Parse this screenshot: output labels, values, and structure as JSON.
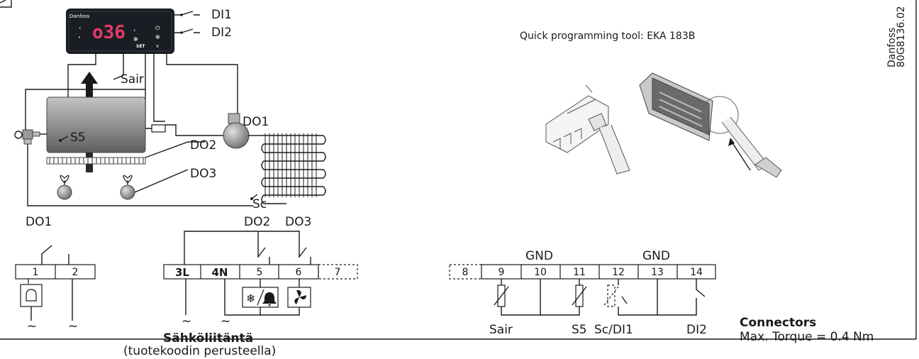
{
  "display": {
    "brand": "Danfoss",
    "readout": "o36",
    "set_key": "SET"
  },
  "inputs": {
    "di1": "DI1",
    "di2": "DI2"
  },
  "sensors": {
    "sair": "Sair",
    "s5": "S5",
    "sc": "Sc"
  },
  "outputs": {
    "do1": "DO1",
    "do2": "DO2",
    "do3": "DO3"
  },
  "tool": {
    "title": "Quick programming tool: EKA 183B"
  },
  "doc_ref": {
    "maker": "Danfoss",
    "code": "80G8136.02"
  },
  "left_terminals": {
    "group1": {
      "do_label": "DO1",
      "t1": "1",
      "t2": "2"
    },
    "group2": {
      "do2_label": "DO2",
      "do3_label": "DO3",
      "l": "3L",
      "n": "4N",
      "t5": "5",
      "t6": "6",
      "t7": "7"
    },
    "supply": {
      "title": "Sähköliitäntä",
      "subtitle": "(tuotekoodin perusteella)"
    },
    "ac_symbol": "~"
  },
  "right_terminals": {
    "gnd1": "GND",
    "gnd2": "GND",
    "numbers": [
      "8",
      "9",
      "10",
      "11",
      "12",
      "13",
      "14"
    ],
    "sensor_labels": [
      "Sair",
      "S5",
      "Sc/DI1",
      "DI2"
    ]
  },
  "connectors": {
    "title": "Connectors",
    "torque": "Max. Torque = 0.4 Nm"
  },
  "icons": [
    "fan-icon",
    "alarm-bell-icon",
    "defrost-icon",
    "compressor-icon",
    "evaporator-icon",
    "condenser-icon",
    "expansion-valve-icon"
  ],
  "colors": {
    "display_bg": "#1b1d24",
    "readout": "#e63b6a",
    "ink": "#1a1a1a",
    "evaporator": "#8a8a8a"
  }
}
